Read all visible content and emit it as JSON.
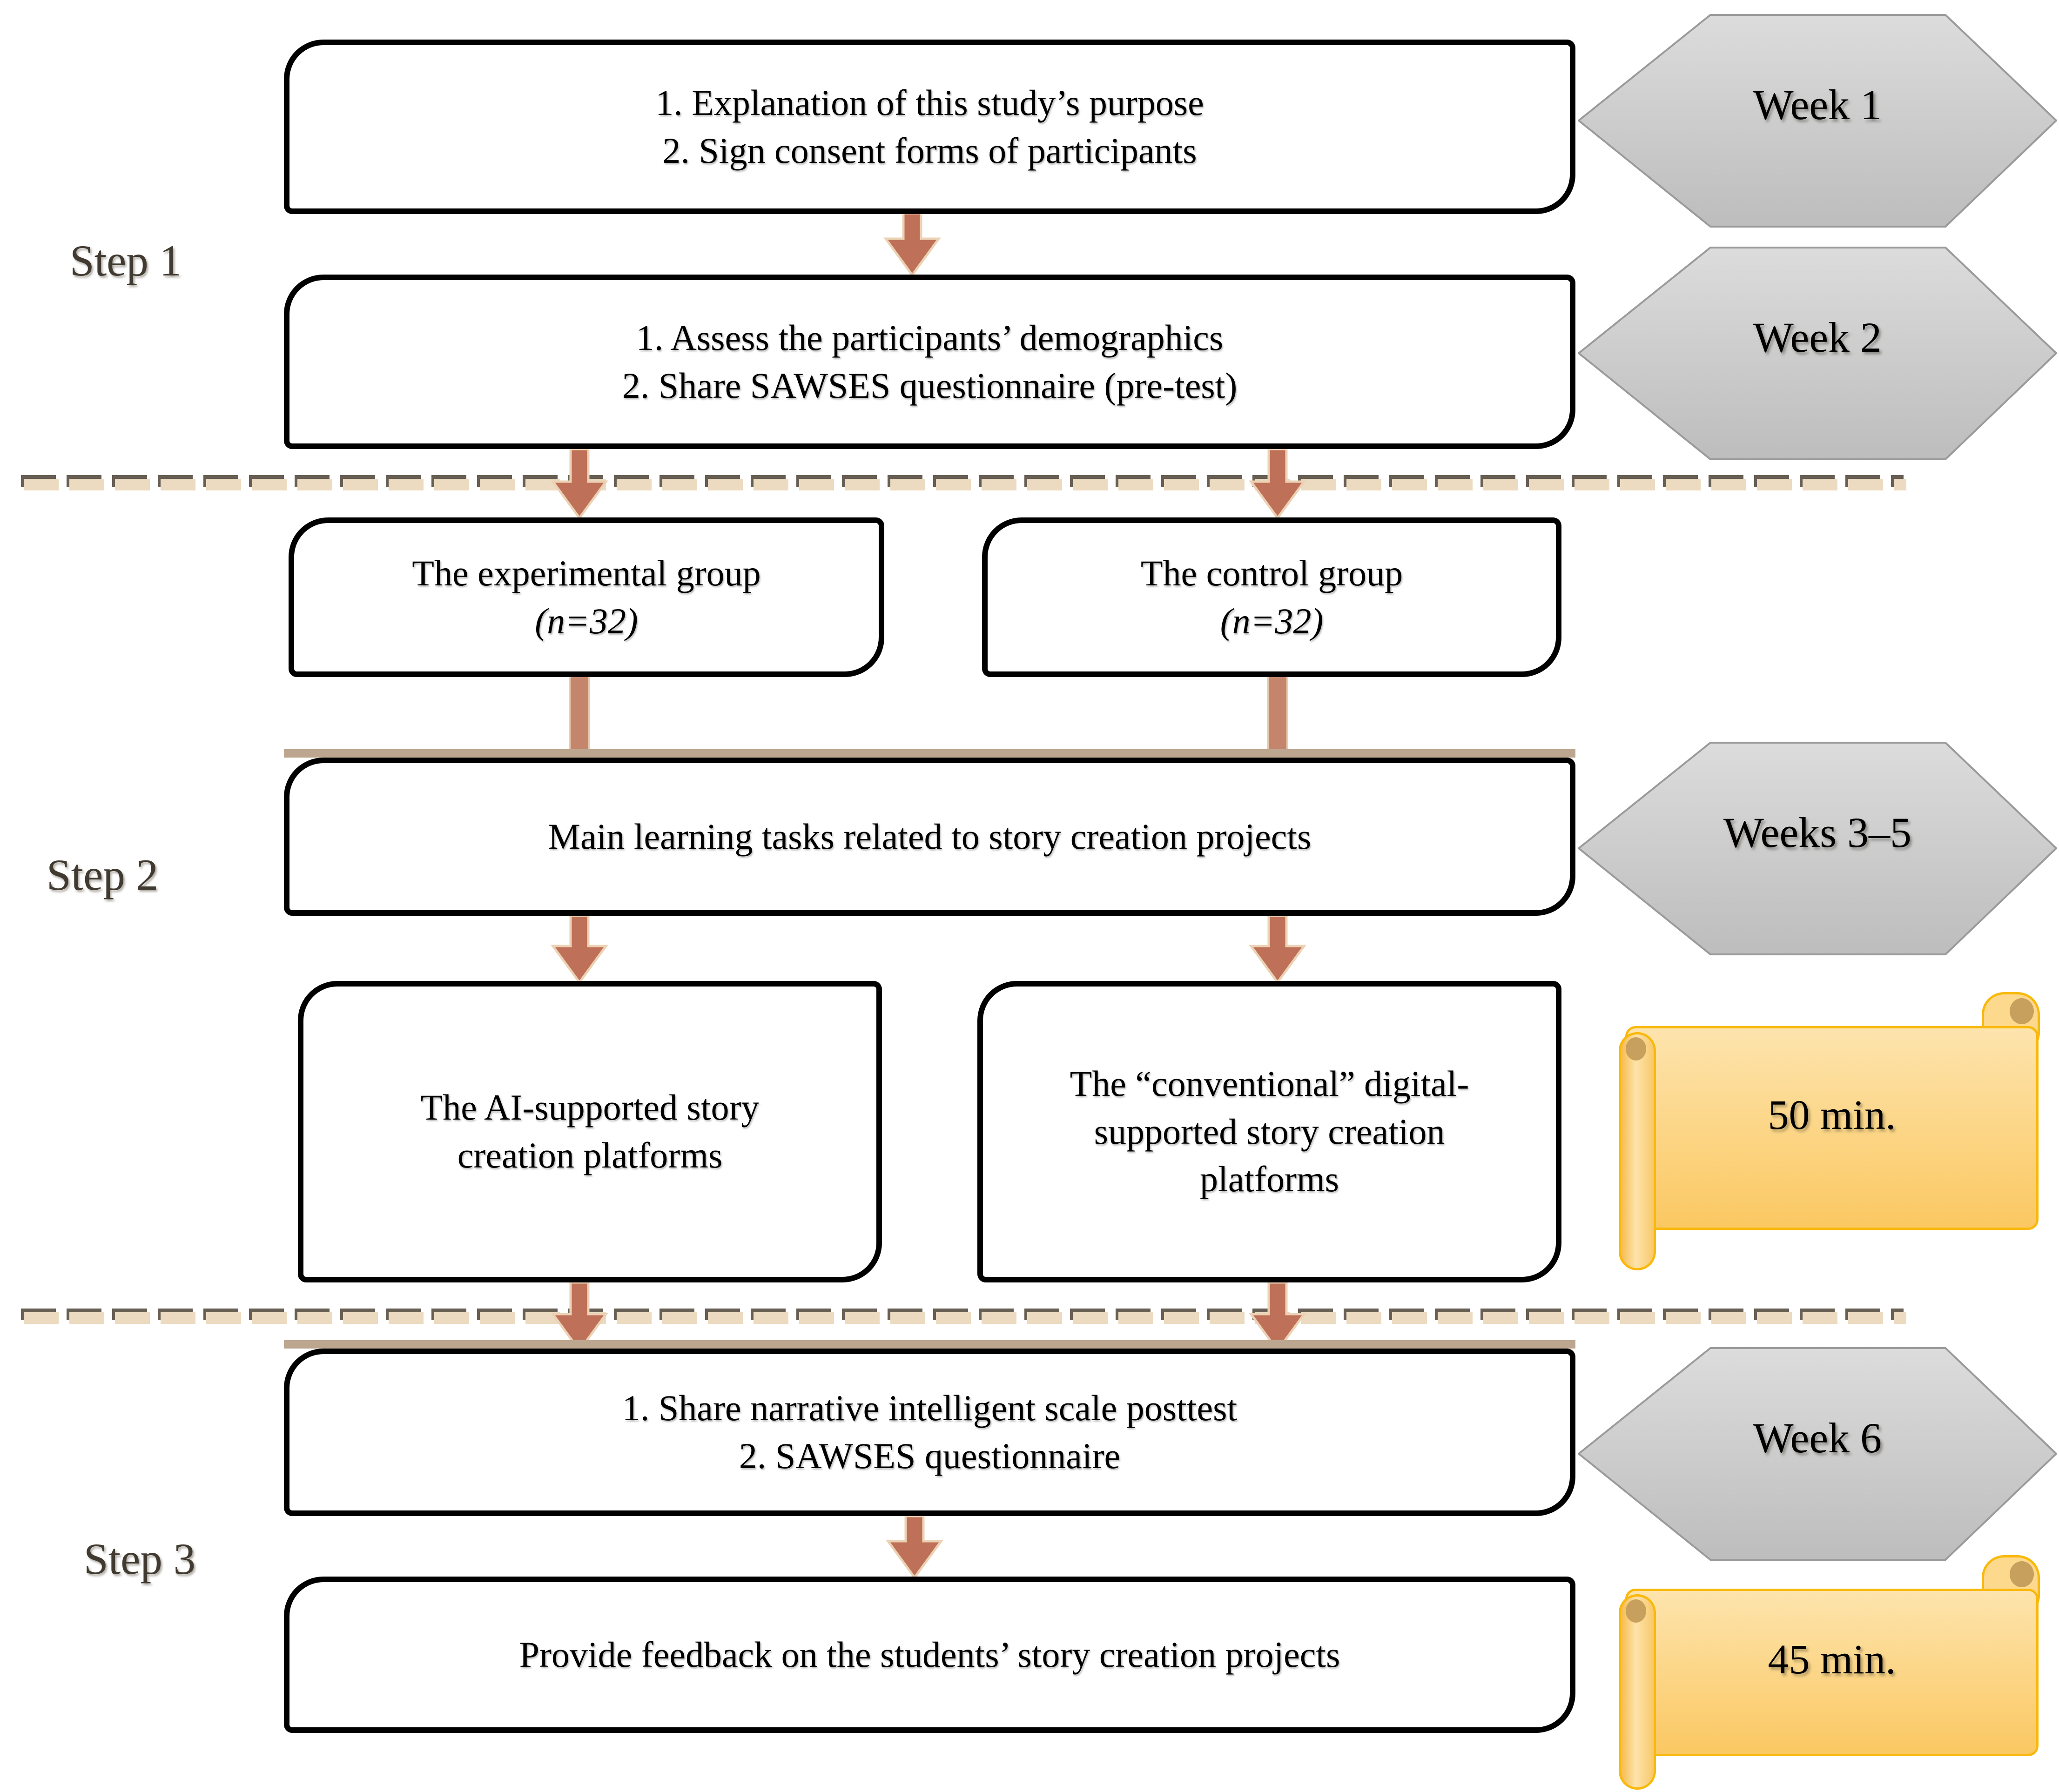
{
  "step_labels": [
    {
      "label": "Step 1"
    },
    {
      "label": "Step 2"
    },
    {
      "label": "Step 3"
    }
  ],
  "flow_boxes": {
    "consent": {
      "lines": [
        "1. Explanation of this study’s purpose",
        "2. Sign consent forms of participants"
      ]
    },
    "pretest": {
      "lines": [
        "1. Assess the participants’ demographics",
        "2. Share SAWSES questionnaire (pre-test)"
      ]
    },
    "experimental_group": {
      "lines": [
        "The experimental group",
        "(n=32)"
      ]
    },
    "control_group": {
      "lines": [
        "The control group",
        "(n=32)"
      ]
    },
    "main_tasks": {
      "lines": [
        "Main learning tasks related to story creation projects"
      ]
    },
    "ai_platforms": {
      "lines": [
        "The AI-supported story",
        "creation platforms"
      ]
    },
    "conventional_platforms": {
      "lines": [
        "The “conventional” digital-",
        "supported story creation",
        "platforms"
      ]
    },
    "posttest": {
      "lines": [
        "1. Share narrative intelligent scale posttest",
        "2. SAWSES questionnaire"
      ]
    },
    "feedback": {
      "lines": [
        "Provide feedback on the students’ story creation projects"
      ]
    }
  },
  "timeline_markers": {
    "week1": {
      "shape": "hexagon",
      "label": "Week 1"
    },
    "week2": {
      "shape": "hexagon",
      "label": "Week 2"
    },
    "weeks35": {
      "shape": "hexagon",
      "label": "Weeks 3–5"
    },
    "duration50": {
      "shape": "scroll",
      "label": "50 min."
    },
    "week6": {
      "shape": "hexagon",
      "label": "Week 6"
    },
    "duration45": {
      "shape": "scroll",
      "label": "45 min."
    }
  },
  "colors": {
    "box_border": "#000000",
    "arrow_fill": "#bf7058",
    "arrow_outline": "#ecd2b4",
    "dash_color": "#685f54",
    "dash_halo": "#ecdbc0",
    "hexagon_fill_top": "#dcdcdc",
    "hexagon_fill_bottom": "#bdbdbd",
    "hexagon_border": "#9a9a9a",
    "scroll_fill_top": "#fde4ad",
    "scroll_fill_bottom": "#fbc862",
    "scroll_border": "#f9b90c",
    "shadow_strip": "#bda68f",
    "step_label_color": "#403a31"
  }
}
